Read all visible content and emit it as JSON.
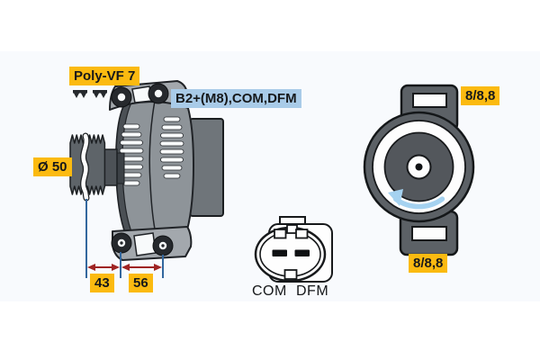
{
  "labels": {
    "pulley_type": "Poly-VF 7",
    "pulley_diameter": "Ø 50",
    "terminals": "B2+(M8),COM,DFM",
    "dim_pulley_to_mount": "43",
    "dim_mount_spacing": "56",
    "mounting_top": "8/8,8",
    "mounting_bottom": "8/8,8"
  },
  "connector": {
    "pins": [
      "COM",
      "DFM"
    ]
  },
  "colors": {
    "highlight_yellow": "#fbba10",
    "terminal_label_blue": "#a9cbe8",
    "dimension_line_blue": "#33679e",
    "dimension_arrow_red": "#9f2423",
    "rotation_arrow_blue": "#a5d2f0",
    "body_gray": "#8e9499",
    "dark_gray": "#5c6166",
    "band_background": "#f8fafd"
  }
}
